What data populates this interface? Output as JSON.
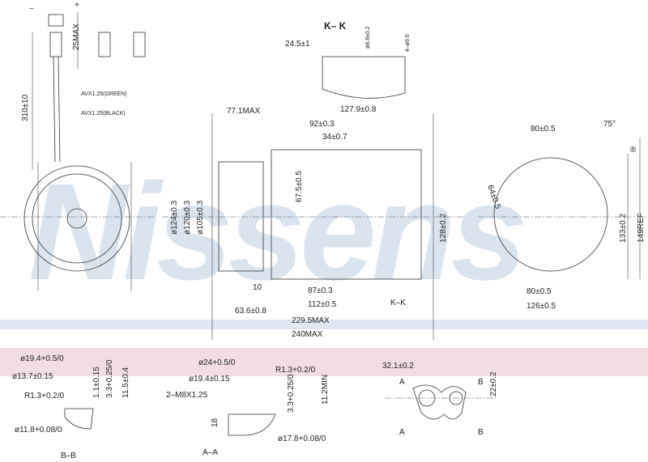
{
  "watermark": "Nissens",
  "registered": "®",
  "connector": {
    "minus": "−",
    "plus": "+",
    "len_25": "25MAX",
    "len_310": "310±10",
    "wire_green": "AVX1.25(GREEN)",
    "wire_black": "AVX1.25(BLACK)"
  },
  "kk": {
    "title": "K– K",
    "d_24_5": "24.5±1",
    "d_8_8": "ø8.8±0.2",
    "d_4_9_6": "4–ø9.6"
  },
  "side": {
    "d77": "77.1MAX",
    "d127": "127.9±0.8",
    "d92": "92±0.3",
    "d34": "34±0.7",
    "d67": "67.5±0.5",
    "d124": "ø124±0.3",
    "d120": "ø120±0.3",
    "d105": "ø105±0.3",
    "d128": "128±0.2",
    "d10": "10",
    "d87": "87±0.3",
    "d112": "112±0.5",
    "d63": "63.6±0.8",
    "d229": "229.5MAX",
    "d240": "240MAX",
    "kk_label": "K–K"
  },
  "rear": {
    "d80top": "80±0.5",
    "angle": "75°",
    "d64": "64±0.5",
    "d133": "133±0.2",
    "d149": "149REF",
    "d80bot": "80±0.5",
    "d126": "126±0.5"
  },
  "bb": {
    "d19": "ø19.4+0.5/0",
    "d13": "ø13.7±0.15",
    "r13": "R1.3+0.2/0",
    "d11": "ø11.8+0.08/0",
    "h1": "1.1±0.15",
    "h3": "3.3+0.25/0",
    "h11": "11.5±0.4",
    "title": "B–B"
  },
  "aa": {
    "d24": "ø24+0.5/0",
    "d19": "ø19.4±0.15",
    "m8": "2–M8X1.25",
    "r13": "R1.3+0.2/0",
    "h18": "18",
    "h33": "3.3+0.25/0",
    "h112": "11.2MIN",
    "d17": "ø17.8+0.08/0",
    "title": "A–A"
  },
  "port": {
    "d32": "32.1±0.2",
    "d22": "22±0.2",
    "a": "A",
    "b": "B"
  },
  "colors": {
    "band": "#f1dde3",
    "watermark": "#bccfe3"
  }
}
